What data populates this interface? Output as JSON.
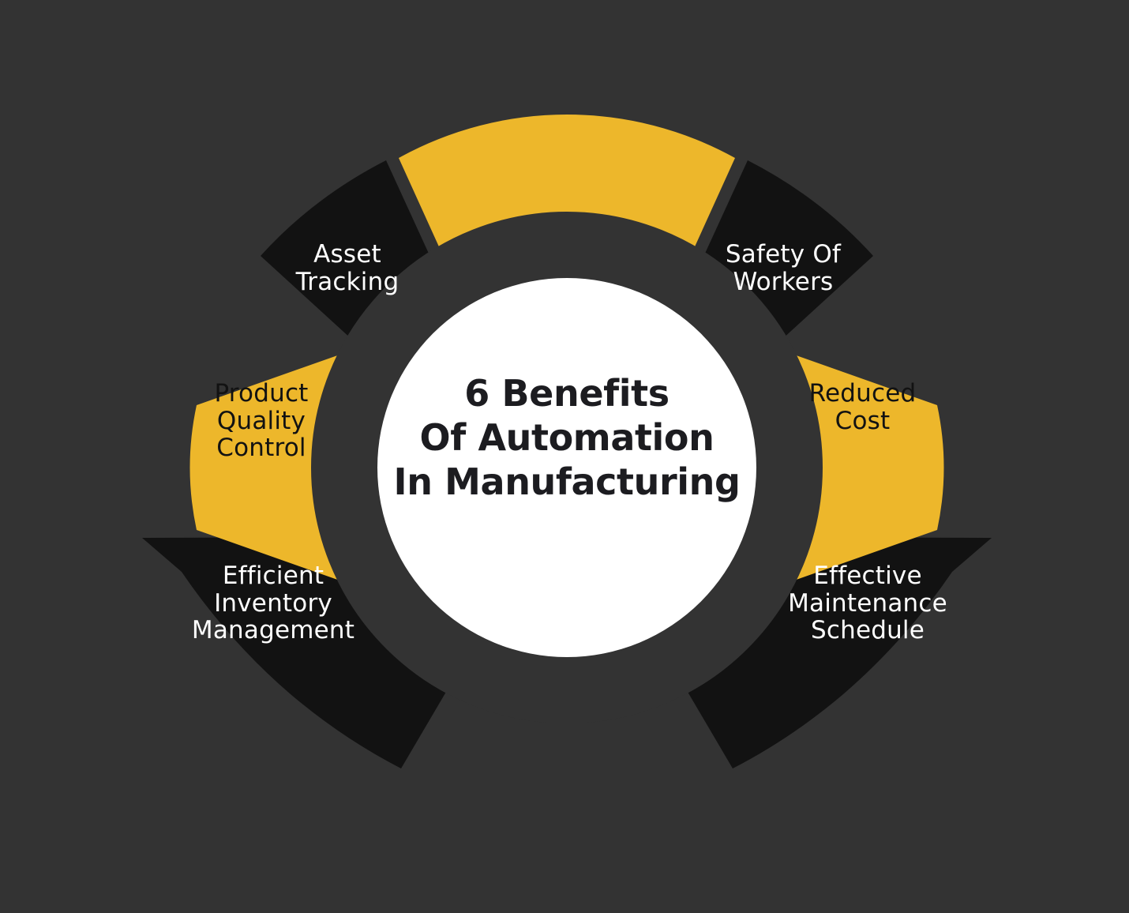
{
  "meta": {
    "title": "6 Benefits Of Automation In Manufacturing"
  },
  "colors": {
    "background": "#333333",
    "accent_yellow": "#EDB72B",
    "segment_dark": "#121212",
    "center_fill": "#FFFFFF",
    "text_on_dark": "#FFFFFF",
    "text_on_light": "#121212",
    "center_text": "#1C1C20"
  },
  "center": {
    "line1": "6 Benefits",
    "line2": "Of Automation",
    "line3": "In Manufacturing",
    "full_text": "6 Benefits\nOf Automation\nIn Manufacturing"
  },
  "chart_data": {
    "type": "pie",
    "title": "6 Benefits Of Automation In Manufacturing",
    "categories": [
      "Asset Tracking",
      "Safety Of Workers",
      "Reduced Cost",
      "Effective Maintenance Schedule",
      "Efficient Inventory Management",
      "Product Quality Control"
    ],
    "values": [
      1,
      1,
      1,
      1,
      1,
      1
    ],
    "legend": "none",
    "grid": false
  },
  "segments": [
    {
      "id": "asset-tracking",
      "label": "Asset\nTracking",
      "lines": [
        "Asset",
        "Tracking"
      ],
      "fill": "#121212",
      "text_color": "#FFFFFF",
      "position": "top-left"
    },
    {
      "id": "top-accent",
      "label": "",
      "lines": [],
      "fill": "#EDB72B",
      "text_color": "",
      "position": "top-center"
    },
    {
      "id": "safety-of-workers",
      "label": "Safety Of\nWorkers",
      "lines": [
        "Safety Of",
        "Workers"
      ],
      "fill": "#121212",
      "text_color": "#FFFFFF",
      "position": "top-right"
    },
    {
      "id": "reduced-cost",
      "label": "Reduced\nCost",
      "lines": [
        "Reduced",
        "Cost"
      ],
      "fill": "#EDB72B",
      "text_color": "#121212",
      "position": "right"
    },
    {
      "id": "effective-maintenance-schedule",
      "label": "Effective\nMaintenance\nSchedule",
      "lines": [
        "Effective",
        "Maintenance",
        "Schedule"
      ],
      "fill": "#121212",
      "text_color": "#FFFFFF",
      "position": "bottom-right"
    },
    {
      "id": "efficient-inventory-management",
      "label": "Efficient\nInventory\nManagement",
      "lines": [
        "Efficient",
        "Inventory",
        "Management"
      ],
      "fill": "#121212",
      "text_color": "#FFFFFF",
      "position": "bottom-left"
    },
    {
      "id": "product-quality-control",
      "label": "Product\nQuality\nControl",
      "lines": [
        "Product",
        "Quality",
        "Control"
      ],
      "fill": "#EDB72B",
      "text_color": "#121212",
      "position": "left"
    }
  ]
}
